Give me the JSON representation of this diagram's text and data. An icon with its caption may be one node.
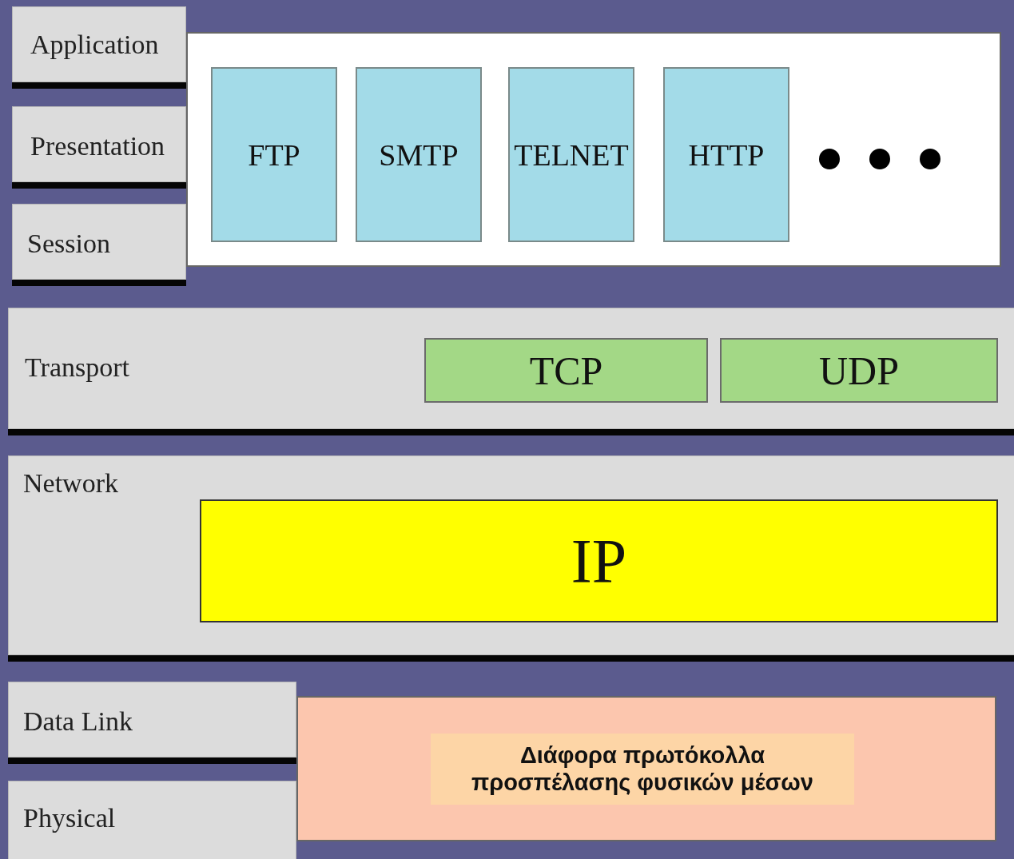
{
  "diagram": {
    "nodes": [
      {
        "text": [
          "Application"
        ]
      },
      {
        "text": [
          "Presentation"
        ]
      },
      {
        "text": [
          "Session"
        ]
      },
      {
        "text": [],
        "shape": "box"
      },
      {
        "text": [
          "FTP"
        ],
        "in": 3
      },
      {
        "text": [
          "SMTP"
        ],
        "in": 3
      },
      {
        "text": [
          "TELNET"
        ],
        "in": 3
      },
      {
        "text": [
          "HTTP"
        ],
        "in": 3
      },
      {
        "text": [
          "Transport"
        ]
      },
      {
        "text": [
          "TCP"
        ],
        "in": 8
      },
      {
        "text": [
          "UDP"
        ],
        "in": 8
      },
      {
        "text": [
          "Network"
        ]
      },
      {
        "text": [
          "IP"
        ],
        "in": 11
      },
      {
        "text": [
          "Data Link"
        ]
      },
      {
        "text": [
          "Physical"
        ]
      },
      {
        "text": [],
        "shape": "box"
      },
      {
        "text": [
          "Διάφορα πρωτόκολλα προσπέλασης φυσικών μέσων"
        ],
        "in": 15
      }
    ],
    "edges": []
  }
}
